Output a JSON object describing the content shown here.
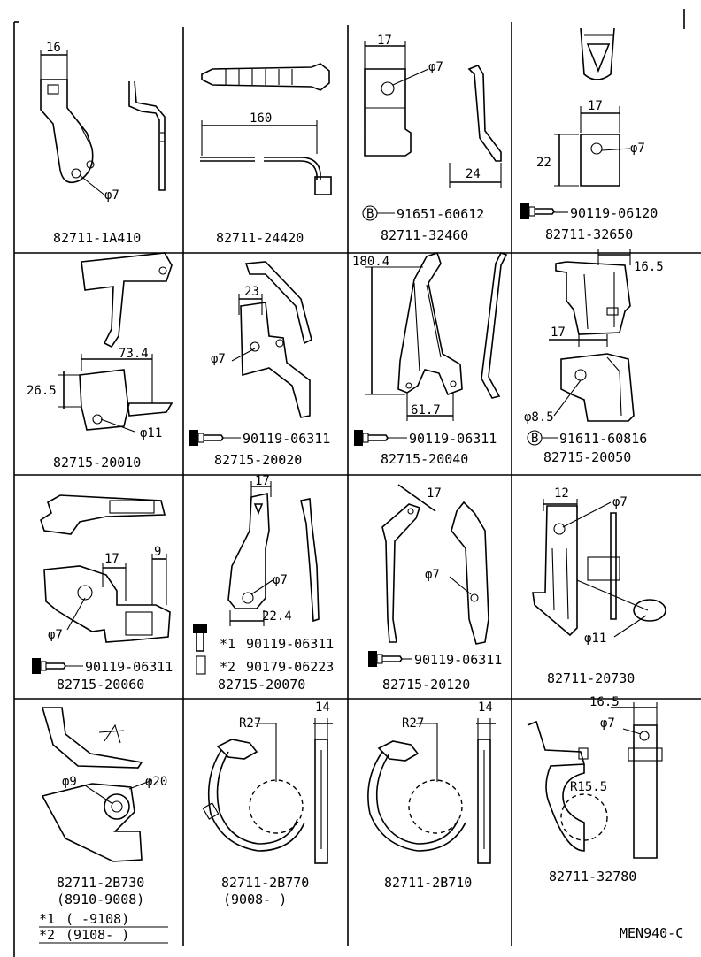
{
  "cells": [
    {
      "part_number": "82711-1A410",
      "dims": [
        "16",
        "φ7"
      ]
    },
    {
      "part_number": "82711-24420",
      "dims": [
        "160"
      ]
    },
    {
      "part_number": "82711-32460",
      "dims": [
        "17",
        "φ7",
        "24"
      ],
      "fastener": "91651-60612",
      "fastener_mark": "B"
    },
    {
      "part_number": "82711-32650",
      "dims": [
        "17",
        "22",
        "φ7"
      ],
      "fastener": "90119-06120"
    },
    {
      "part_number": "82715-20010",
      "dims": [
        "73.4",
        "26.5",
        "φ11"
      ]
    },
    {
      "part_number": "82715-20020",
      "dims": [
        "23",
        "φ7"
      ],
      "fastener": "90119-06311"
    },
    {
      "part_number": "82715-20040",
      "dims": [
        "180.4",
        "61.7"
      ],
      "fastener": "90119-06311"
    },
    {
      "part_number": "82715-20050",
      "dims": [
        "16.5",
        "17",
        "φ8.5"
      ],
      "fastener": "91611-60816",
      "fastener_mark": "B"
    },
    {
      "part_number": "82715-20060",
      "dims": [
        "17",
        "9",
        "φ7"
      ],
      "fastener": "90119-06311"
    },
    {
      "part_number": "82715-20070",
      "dims": [
        "17",
        "φ7",
        "22.4"
      ],
      "fastener_lines": [
        {
          "mark": "*1",
          "number": "90119-06311"
        },
        {
          "mark": "*2",
          "number": "90179-06223"
        }
      ]
    },
    {
      "part_number": "82715-20120",
      "dims": [
        "17",
        "φ7"
      ],
      "fastener": "90119-06311"
    },
    {
      "part_number": "82711-20730",
      "dims": [
        "12",
        "φ7",
        "φ11"
      ]
    },
    {
      "part_number": "82711-2B730",
      "dims": [
        "φ9",
        "φ20"
      ],
      "note": "(8910-9008)"
    },
    {
      "part_number": "82711-2B770",
      "dims": [
        "R27",
        "14"
      ],
      "note": "(9008-       )"
    },
    {
      "part_number": "82711-2B710",
      "dims": [
        "R27",
        "14"
      ]
    },
    {
      "part_number": "82711-32780",
      "dims": [
        "16.5",
        "φ7",
        "R15.5"
      ]
    }
  ],
  "legend": [
    {
      "mark": "*1",
      "range": "(       -9108)"
    },
    {
      "mark": "*2",
      "range": "(9108-        )"
    }
  ],
  "sheet_code": "MEN940-C"
}
